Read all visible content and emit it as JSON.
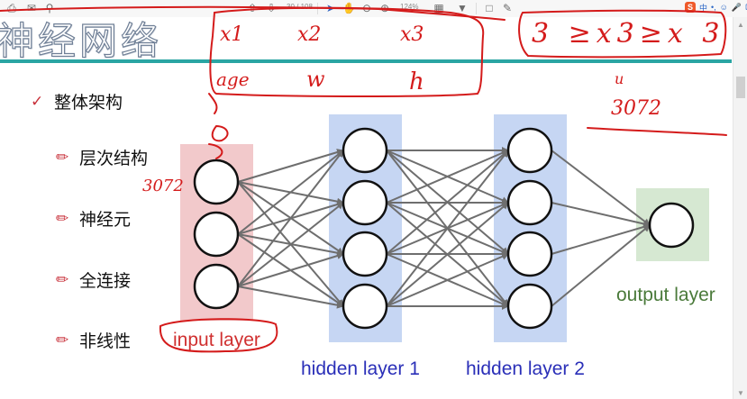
{
  "toolbar": {
    "print_icon": "print-icon",
    "email_icon": "email-icon",
    "search_icon": "search-icon",
    "page_indicator": "30 / 108",
    "zoom_level": "124%",
    "ime_label": "中"
  },
  "slide": {
    "title": "神经网络",
    "bullets": [
      {
        "icon": "checkmark-icon",
        "label": "整体架构"
      },
      {
        "icon": "pencil-icon",
        "label": "层次结构"
      },
      {
        "icon": "pencil-icon",
        "label": "神经元"
      },
      {
        "icon": "pencil-icon",
        "label": "全连接"
      },
      {
        "icon": "pencil-icon",
        "label": "非线性"
      }
    ],
    "diagram": {
      "layers": [
        {
          "name": "input layer",
          "nodes": 3,
          "label_color": "#d03030",
          "bg_color": "#f2c9cb"
        },
        {
          "name": "hidden layer 1",
          "nodes": 4,
          "label_color": "#2a2fb8",
          "bg_color": "#c6d6f3"
        },
        {
          "name": "hidden layer 2",
          "nodes": 4,
          "label_color": "#2a2fb8",
          "bg_color": "#c6d6f3"
        },
        {
          "name": "output layer",
          "nodes": 1,
          "label_color": "#4a7a3a",
          "bg_color": "#d6e8d2"
        }
      ]
    }
  },
  "annotations": {
    "features": [
      "x1",
      "x2",
      "x3"
    ],
    "feature_meanings": [
      "age",
      "w",
      "h"
    ],
    "shape_note": "3 ≥x3≥x 3",
    "side_note": "3072",
    "side_note_top": "u"
  },
  "colors": {
    "ink": "#d41b1b",
    "teal": "#2aa5a3",
    "edge": "#6e6e6e"
  }
}
